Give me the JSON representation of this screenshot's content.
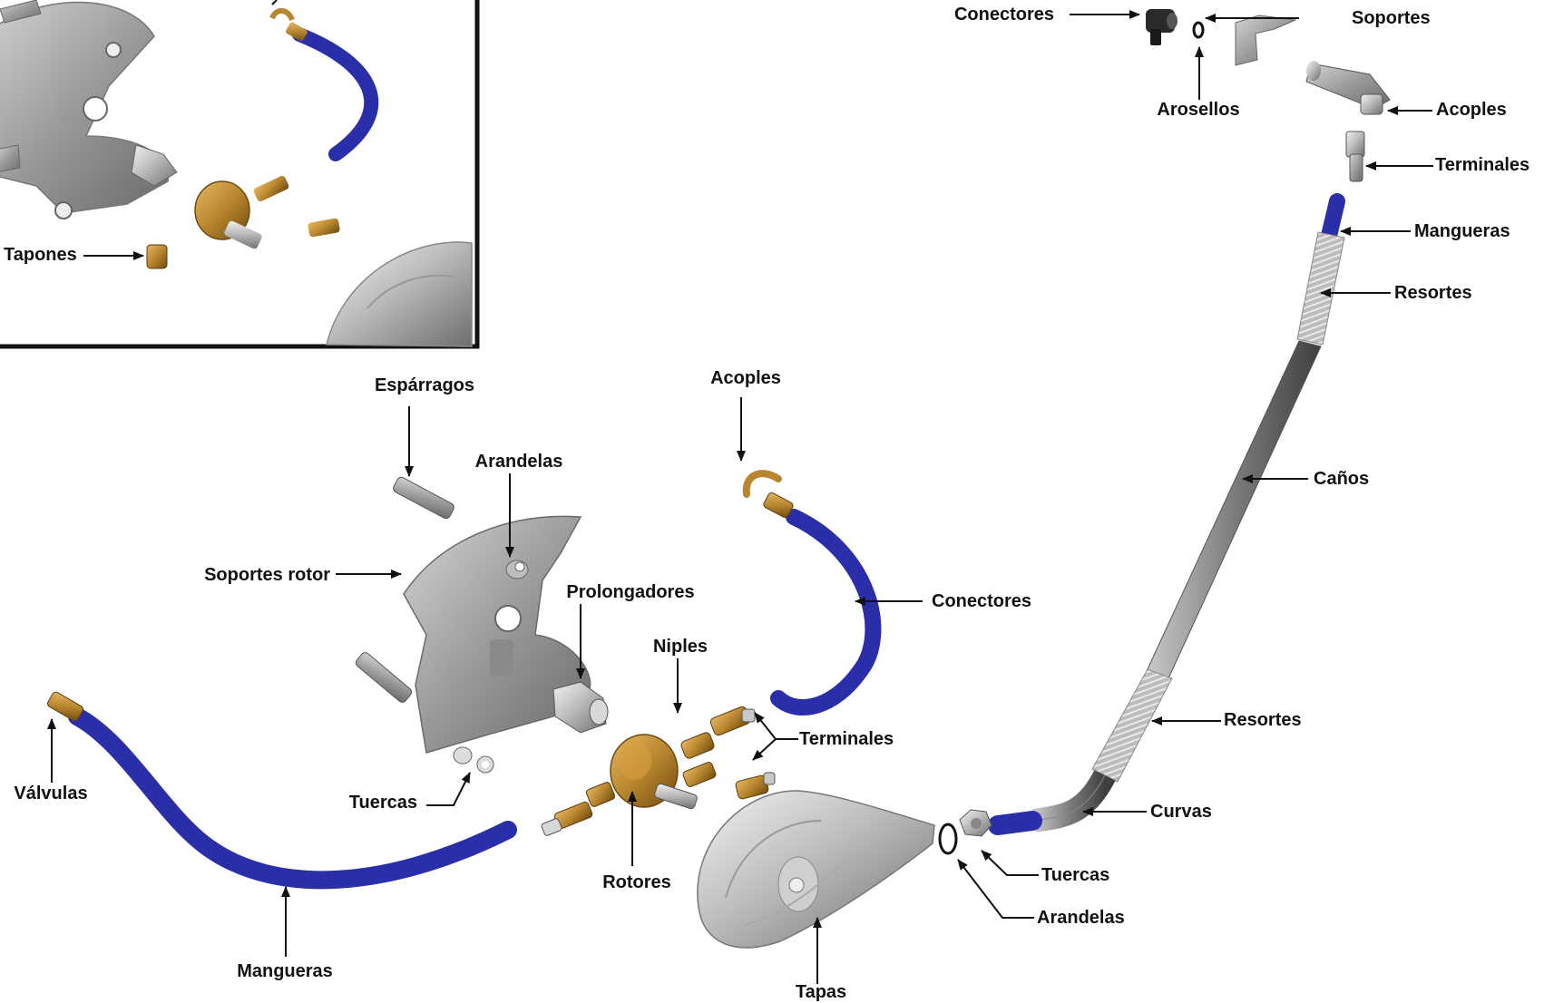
{
  "colors": {
    "background": "#ffffff",
    "text": "#111111",
    "hose_blue": "#2a2ea8",
    "hose_blue_light": "#5a5fe0",
    "brass": "#b8862e",
    "brass_dark": "#7a5414",
    "steel": "#9a9a9a",
    "steel_dark": "#5e5e5e",
    "chrome": "#c8c8c8",
    "inset_border": "#111111"
  },
  "labels": {
    "tapones": "Tapones",
    "conectores_top": "Conectores",
    "soportes": "Soportes",
    "arosellos": "Arosellos",
    "acoples_top": "Acoples",
    "terminales_top": "Terminales",
    "mangueras_top": "Mangueras",
    "resortes_top": "Resortes",
    "canos": "Caños",
    "resortes_bottom": "Resortes",
    "curvas": "Curvas",
    "tuercas_right": "Tuercas",
    "arandelas_right": "Arandelas",
    "tapas": "Tapas",
    "esparragos": "Espárragos",
    "arandelas_mid": "Arandelas",
    "soportes_rotor": "Soportes rotor",
    "prolongadores": "Prolongadores",
    "acoples_mid": "Acoples",
    "conectores_mid": "Conectores",
    "niples": "Niples",
    "terminales_mid": "Terminales",
    "valvulas": "Válvulas",
    "tuercas_mid": "Tuercas",
    "rotores": "Rotores",
    "mangueras_bottom": "Mangueras"
  }
}
